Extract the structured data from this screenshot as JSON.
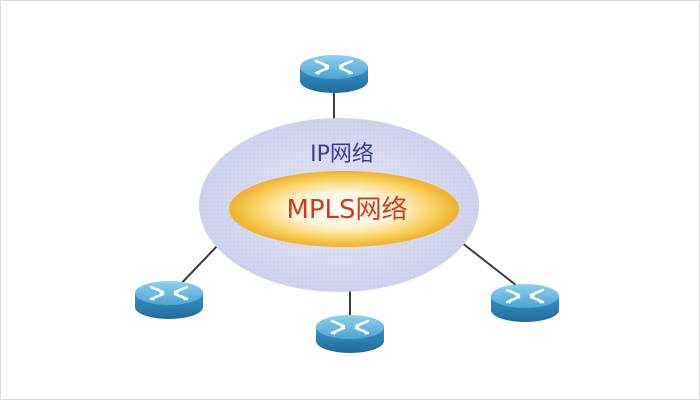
{
  "diagram": {
    "ip_network_label": "IP网络",
    "mpls_network_label": "MPLS网络",
    "routers": [
      {
        "id": "router-top",
        "icon": "router-icon"
      },
      {
        "id": "router-bottom-left",
        "icon": "router-icon"
      },
      {
        "id": "router-bottom-center",
        "icon": "router-icon"
      },
      {
        "id": "router-bottom-right",
        "icon": "router-icon"
      }
    ],
    "colors": {
      "ip_cloud": "#d4d6ef",
      "mpls_core_center": "#ffffff",
      "mpls_core_edge": "#f2b52c",
      "router_top": "#5fb0d6",
      "router_side": "#2d7fb0",
      "link": "#3a3a3a",
      "ip_text": "#3b3f8c",
      "mpls_text": "#d23a1e"
    }
  }
}
